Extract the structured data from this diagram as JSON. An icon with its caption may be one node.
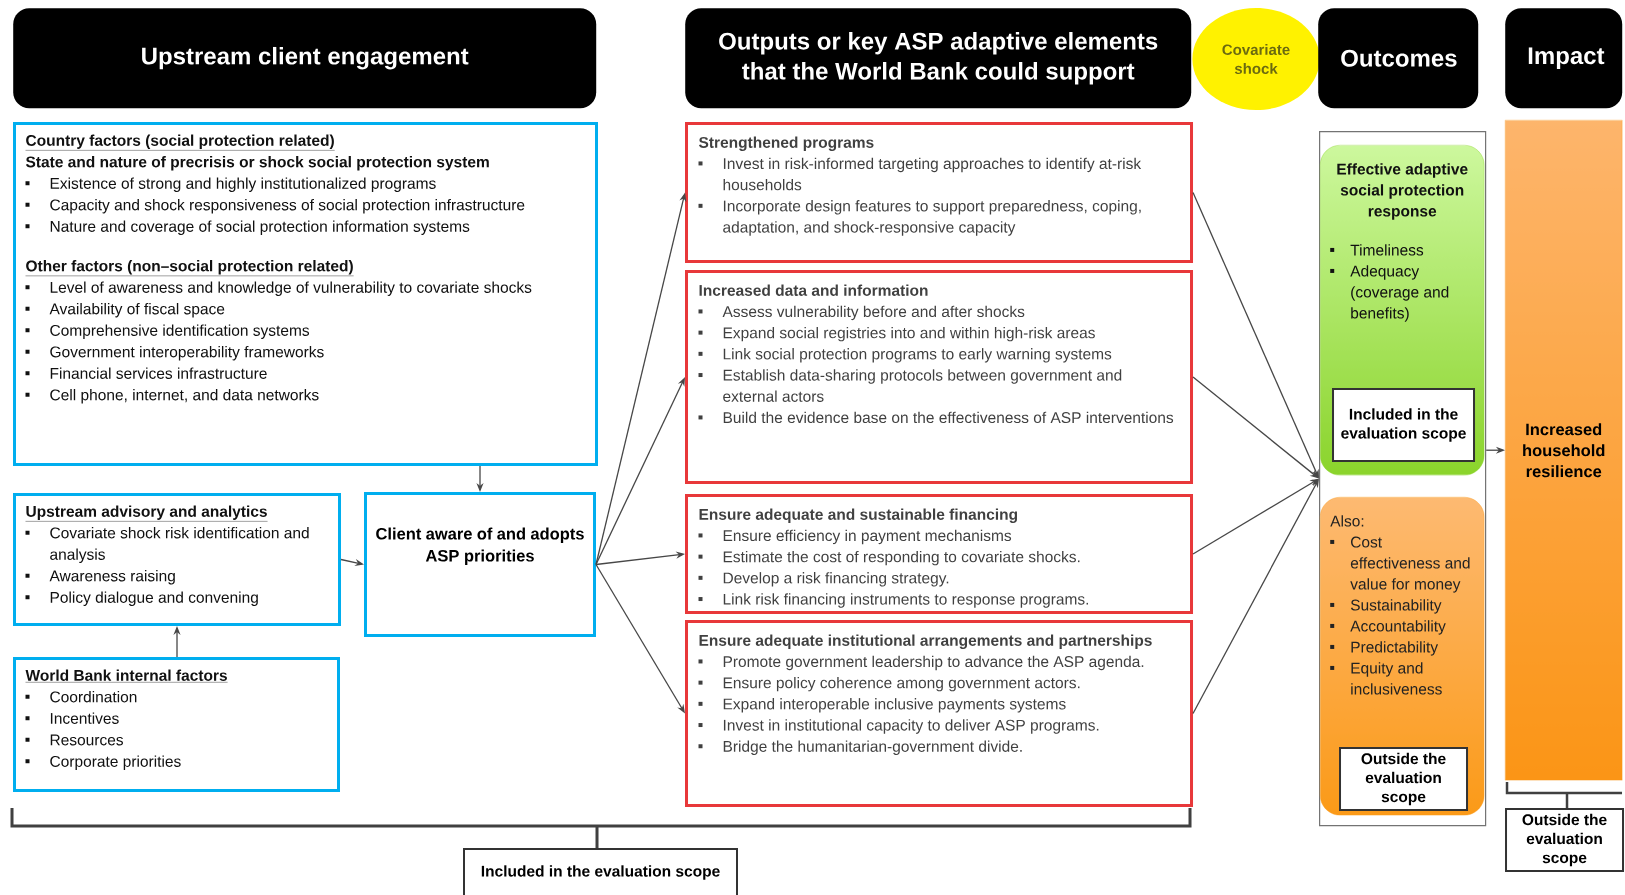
{
  "diagram": {
    "nodes": [
      {
        "text": [
          "Upstream client engagement"
        ]
      },
      {
        "text": [
          "Outputs or key ASP adaptive elements that the World Bank could support"
        ]
      },
      {
        "text": [
          "Covariate shock"
        ]
      },
      {
        "text": [
          "Outcomes"
        ]
      },
      {
        "text": [
          "Impact"
        ]
      },
      {
        "text": [
          "Country factors (social protection related)",
          "State and nature of precrisis or shock social protection system",
          "Existence of strong and highly institutionalized programs",
          "Capacity and shock responsiveness of social protection infrastructure",
          "Nature and coverage of social protection information systems",
          "Other factors (non–social protection related)",
          "Level of awareness and knowledge of vulnerability to covariate shocks",
          "Availability of fiscal space",
          "Comprehensive identification systems",
          "Government interoperability frameworks",
          "Financial services infrastructure",
          "Cell phone, internet, and data networks"
        ]
      },
      {
        "text": [
          "Upstream advisory and analytics",
          "Covariate shock risk identification and analysis",
          "Awareness raising",
          "Policy dialogue and convening"
        ]
      },
      {
        "text": [
          "Client aware of and adopts ASP priorities"
        ]
      },
      {
        "text": [
          "World Bank internal factors",
          "Coordination",
          "Incentives",
          "Resources",
          "Corporate priorities"
        ]
      },
      {
        "text": [
          "Strengthened programs",
          "Invest in risk-informed targeting approaches to identify at-risk households",
          "Incorporate design features to support preparedness, coping, adaptation, and shock-responsive capacity"
        ]
      },
      {
        "text": [
          "Increased data and information",
          "Assess vulnerability before and after shocks",
          "Expand social registries into and within high-risk areas",
          "Link social protection programs to early warning systems",
          "Establish data-sharing protocols between government and external actors",
          "Build the evidence base on the effectiveness of ASP interventions"
        ]
      },
      {
        "text": [
          "Ensure adequate and sustainable financing",
          "Ensure efficiency in payment mechanisms",
          "Estimate the cost of responding to covariate shocks.",
          "Develop a risk financing strategy.",
          "Link risk financing instruments to response programs."
        ]
      },
      {
        "text": [
          "Ensure adequate institutional arrangements and partnerships",
          "Promote government leadership to advance the ASP agenda.",
          "Ensure policy coherence among government actors.",
          "Expand interoperable inclusive payments systems",
          "Invest in institutional capacity to deliver ASP programs.",
          "Bridge the humanitarian-government divide."
        ]
      },
      {
        "text": [],
        "shape": "box"
      },
      {
        "text": [
          "Effective adaptive social protection response",
          "Timeliness",
          "Adequacy (coverage and benefits)"
        ],
        "in": 13
      },
      {
        "text": [
          "Included in the evaluation scope"
        ],
        "in": 14
      },
      {
        "text": [
          "Also:",
          "Cost effectiveness and value for money",
          "Sustainability",
          "Accountability",
          "Predictability",
          "Equity and inclusiveness"
        ],
        "in": 13
      },
      {
        "text": [
          "Outside the evaluation scope"
        ],
        "in": 16
      },
      {
        "text": [
          "Increased household resilience"
        ]
      },
      {
        "text": [
          "Outside the evaluation scope"
        ]
      },
      {
        "text": [
          "Included in the evaluation scope"
        ]
      }
    ],
    "edges": [
      {
        "from": 5,
        "to": 7,
        "arrow": "to"
      },
      {
        "from": 6,
        "to": 7,
        "arrow": "to"
      },
      {
        "from": 8,
        "to": 6,
        "arrow": "to"
      },
      {
        "from": 7,
        "to": 9,
        "arrow": "to"
      },
      {
        "from": 7,
        "to": 10,
        "arrow": "to"
      },
      {
        "from": 7,
        "to": 11,
        "arrow": "to"
      },
      {
        "from": 7,
        "to": 12,
        "arrow": "to"
      },
      {
        "from": 9,
        "to": 13,
        "arrow": "to"
      },
      {
        "from": 10,
        "to": 13,
        "arrow": "to"
      },
      {
        "from": 11,
        "to": 13,
        "arrow": "to"
      },
      {
        "from": 12,
        "to": 13,
        "arrow": "to"
      },
      {
        "from": 13,
        "to": 18,
        "arrow": "to"
      }
    ]
  }
}
